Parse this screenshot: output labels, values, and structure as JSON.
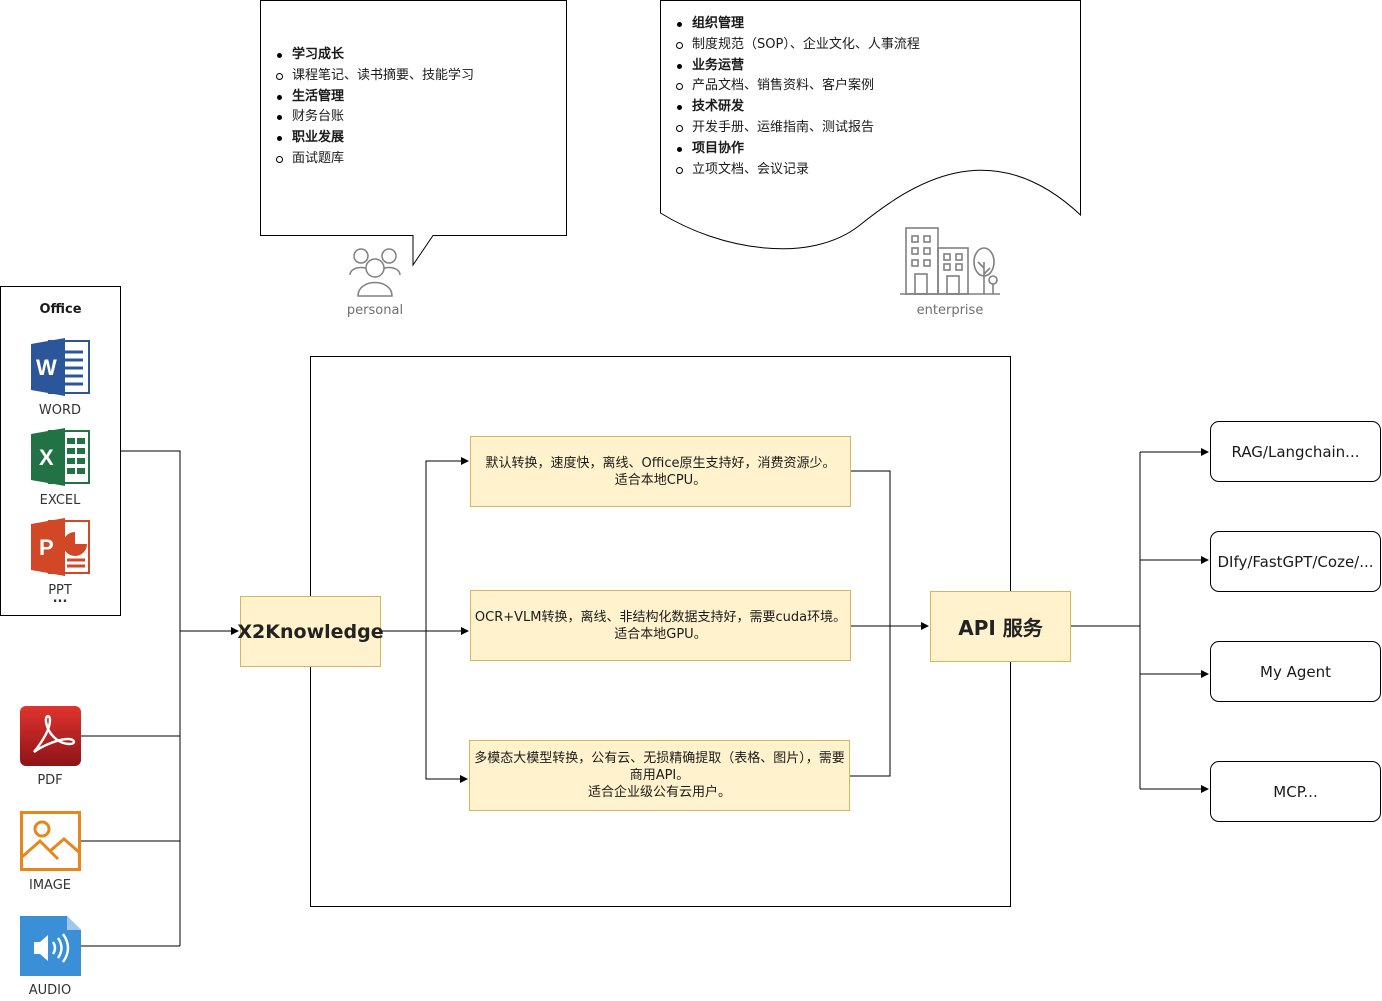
{
  "personal": {
    "label": "personal",
    "items": [
      {
        "text": "学习成长",
        "kind": "h"
      },
      {
        "text": "课程笔记、读书摘要、技能学习",
        "kind": "s"
      },
      {
        "text": "生活管理",
        "kind": "h"
      },
      {
        "text": "财务台账",
        "kind": "b"
      },
      {
        "text": "职业发展",
        "kind": "h"
      },
      {
        "text": "面试题库",
        "kind": "s"
      }
    ]
  },
  "enterprise": {
    "label": "enterprise",
    "items": [
      {
        "text": "组织管理",
        "kind": "h"
      },
      {
        "text": "制度规范（SOP）、企业文化、人事流程",
        "kind": "s"
      },
      {
        "text": "业务运营",
        "kind": "h"
      },
      {
        "text": "产品文档、销售资料、客户案例",
        "kind": "s"
      },
      {
        "text": "技术研发",
        "kind": "h"
      },
      {
        "text": "开发手册、运维指南、测试报告",
        "kind": "s"
      },
      {
        "text": "项目协作",
        "kind": "h"
      },
      {
        "text": "立项文档、会议记录",
        "kind": "s"
      }
    ]
  },
  "office": {
    "title": "Office",
    "word": "WORD",
    "excel": "EXCEL",
    "ppt": "PPT",
    "more": "..."
  },
  "inputs": {
    "pdf": "PDF",
    "image": "IMAGE",
    "audio": "AUDIO"
  },
  "core": "X2Knowledge",
  "methods": {
    "cpu": "默认转换，速度快，离线、Office原生支持好，消费资源少。\n适合本地CPU。",
    "gpu": "OCR+VLM转换，离线、非结构化数据支持好，需要cuda环境。\n适合本地GPU。",
    "cloud": "多模态大模型转换，公有云、无损精确提取（表格、图片），需要商用API。\n适合企业级公有云用户。"
  },
  "api": "API 服务",
  "outputs": {
    "rag": "RAG/Langchain...",
    "dify": "DIfy/FastGPT/Coze/...",
    "agent": "My Agent",
    "mcp": "MCP..."
  },
  "colors": {
    "box_fill": "#fff2cc",
    "box_border": "#d6b656",
    "word_blue": "#2b579a",
    "excel_green": "#217346",
    "ppt_orange": "#d24726",
    "pdf_red": "#c1272d",
    "image_orange": "#e8861a",
    "audio_blue": "#3a8fd6"
  }
}
